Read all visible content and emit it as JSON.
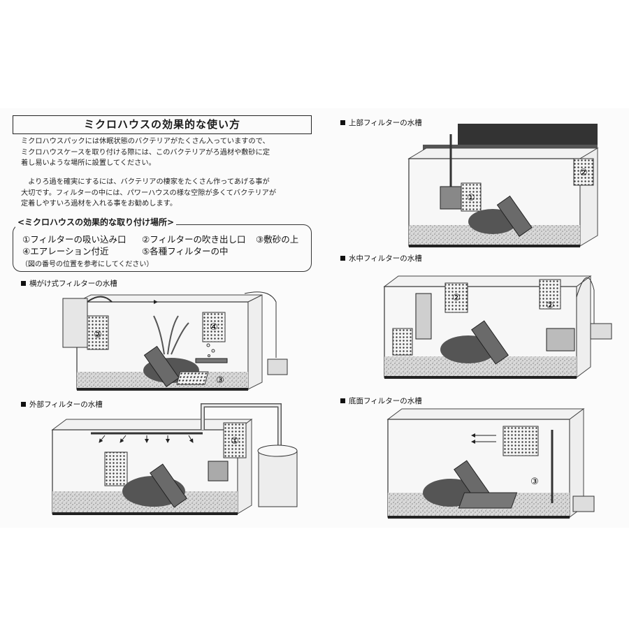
{
  "header": {
    "title": "ミクロハウスの効果的な使い方"
  },
  "intro": {
    "paragraph1": "ミクロハウスパックには休眠状態のバクテリアがたくさん入っていますので、\nミクロハウスケースを取り付ける際には、このバクテリアがろ過材や敷砂に定\n着し易いような場所に設置してください。",
    "paragraph2": "　よりろ過を確実にするには、バクテリアの棲家をたくさん作ってあげる事が\n大切です。フィルターの中には、パワーハウスの様な空隙が多くてバクテリアが\n定着しやすいろ過材を入れる事をお勧めします。"
  },
  "locations": {
    "title": "<ミクロハウスの効果的な取り付け場所>",
    "items": [
      "①フィルターの吸い込み口",
      "②フィルターの吹き出し口",
      "③敷砂の上",
      "④エアレーション付近",
      "⑤各種フィルターの中"
    ],
    "note": "（図の番号の位置を参考にしてください）"
  },
  "sections": {
    "side_filter": "横がけ式フィルターの水槽",
    "external_filter": "外部フィルターの水槽",
    "top_filter": "上部フィルターの水槽",
    "submerged_filter": "水中フィルターの水槽",
    "bottom_filter": "底面フィルターの水槽"
  },
  "markers": {
    "one": "①",
    "two": "②",
    "three": "③",
    "four": "④"
  }
}
